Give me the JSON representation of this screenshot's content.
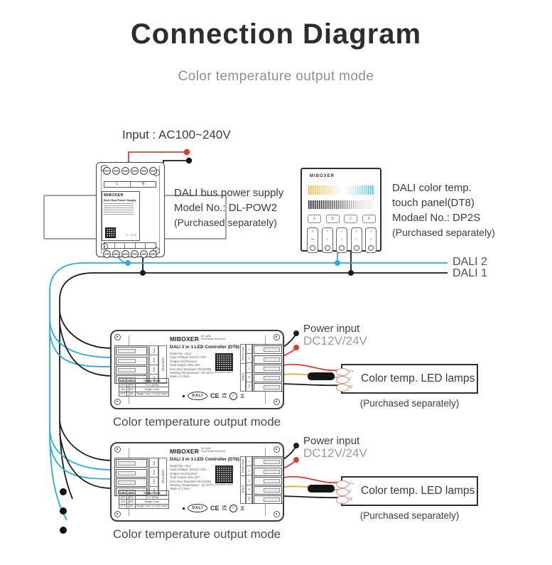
{
  "page": {
    "title": "Connection Diagram",
    "subtitle": "Color temperature output mode"
  },
  "colors": {
    "dali2_blue": "#29abe2",
    "wire_red": "#e03c31",
    "wire_orange": "#f5a33b",
    "wire_black": "#1a1a1a"
  },
  "power_supply": {
    "input_label": "Input : AC100~240V",
    "brand": "MIBOXER",
    "device_title": "DALI Bus Power Supply",
    "top_terminal_labels": [
      "L",
      "N"
    ],
    "callout_line1": "DALI bus power supply",
    "callout_line2": "Model No.: DL-POW2",
    "callout_line3": "(Purchased separately)"
  },
  "touch_panel": {
    "brand": "MIBOXER",
    "group_buttons": [
      "A",
      "B",
      "C",
      "D"
    ],
    "zone_on": "I",
    "zone_off": "O",
    "zone_labels": [
      "All",
      "1",
      "2",
      "3",
      "4"
    ],
    "callout_line1": "DALI color temp.",
    "callout_line2": "touch panel(DT8)",
    "callout_line3": "Modael No.: DP2S",
    "callout_line4": "(Purchased separately)"
  },
  "bus": {
    "dali2_label": "DALI 2",
    "dali1_label": "DALI 1"
  },
  "controllers": [
    {
      "brand": "MIBOXER",
      "brand_tag1": "[MI·Light]",
      "brand_tag2": "Subordinate New Brand",
      "title": "DALI 3 in 1 LED Controller (DT8)",
      "spec_lines": [
        "Model No.: DL2",
        "Input Voltage: DC12V~24V",
        "Output: 6A/Channel",
        "Total Output: Max 20A",
        "DALI Bus Standard: IEC62386",
        "Working Temperature: -10~40°C",
        "Made in China"
      ],
      "qr_caption": "Instruction sheet",
      "dip": {
        "h1": "DIP1",
        "h2": "DIP2",
        "h3": "Output Mode",
        "rows": [
          [
            "OFF",
            "OFF",
            "CCT (DT8)"
          ],
          [
            "ON",
            "OFF",
            "Single Color"
          ],
          [
            "OFF",
            "ON",
            "Single Color 2-CH(2 Addr)"
          ]
        ]
      },
      "left_terminal_labels": [
        "DA2",
        "DA2",
        "DA1",
        "DA1"
      ],
      "left_group_label": "DALI BUS",
      "right_power_label": "Power Input",
      "right_output_label": "Output",
      "right_terminal_labels": [
        "V-",
        "V+",
        "V+",
        "W",
        "CW"
      ],
      "badge_dali": "DALI",
      "badge_ce": "CE",
      "badge_uk": "UK",
      "badge_ca": "CA",
      "badge_check": "✓",
      "badge_hourglass": "⧖",
      "power_input_title": "Power input",
      "power_input_voltage": "DC12V/24V",
      "lamp_label": "Color temp. LED lamps",
      "lamp_terminals": [
        "V+",
        "C",
        "W"
      ],
      "lamp_note": "(Purchased separately)",
      "caption": "Color temperature output mode"
    },
    {
      "brand": "MIBOXER",
      "brand_tag1": "[MI·Light]",
      "brand_tag2": "Subordinate New Brand",
      "title": "DALI 3 in 1 LED Controller (DT8)",
      "spec_lines": [
        "Model No.: DL2",
        "Input Voltage: DC12V~24V",
        "Output: 6A/Channel",
        "Total Output: Max 20A",
        "DALI Bus Standard: IEC62386",
        "Working Temperature: -10~40°C",
        "Made in China"
      ],
      "qr_caption": "Instruction sheet",
      "dip": {
        "h1": "DIP1",
        "h2": "DIP2",
        "h3": "Output Mode",
        "rows": [
          [
            "OFF",
            "OFF",
            "CCT (DT8)"
          ],
          [
            "ON",
            "OFF",
            "Single Color"
          ],
          [
            "OFF",
            "ON",
            "Single Color 2-CH(2 Addr)"
          ]
        ]
      },
      "left_terminal_labels": [
        "DA2",
        "DA2",
        "DA1",
        "DA1"
      ],
      "left_group_label": "DALI BUS",
      "right_power_label": "Power Input",
      "right_output_label": "Output",
      "right_terminal_labels": [
        "V-",
        "V+",
        "V+",
        "W",
        "CW"
      ],
      "badge_dali": "DALI",
      "badge_ce": "CE",
      "badge_uk": "UK",
      "badge_ca": "CA",
      "badge_check": "✓",
      "badge_hourglass": "⧖",
      "power_input_title": "Power input",
      "power_input_voltage": "DC12V/24V",
      "lamp_label": "Color temp. LED lamps",
      "lamp_terminals": [
        "V+",
        "C",
        "W"
      ],
      "lamp_note": "(Purchased separately)",
      "caption": "Color temperature output mode"
    }
  ]
}
